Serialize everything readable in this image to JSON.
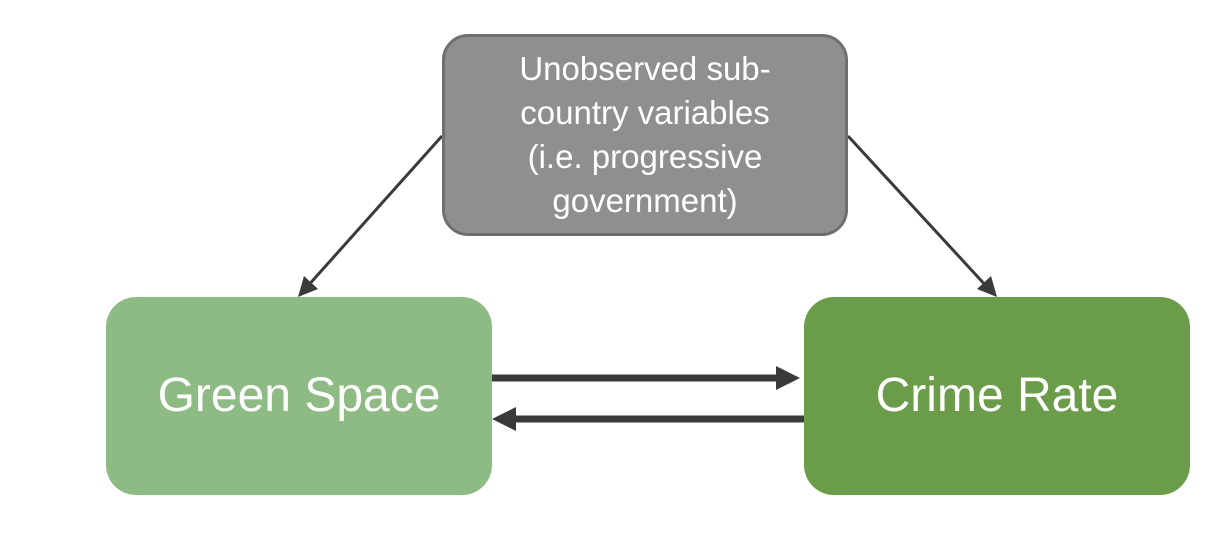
{
  "diagram": {
    "nodes": {
      "confounder": {
        "lines": [
          "Unobserved sub-",
          "country variables",
          "(i.e. progressive",
          "government)"
        ],
        "fill": "#8f8f8f"
      },
      "green_space": {
        "label": "Green Space",
        "fill": "#8dbb83"
      },
      "crime_rate": {
        "label": "Crime Rate",
        "fill": "#6a9c49"
      }
    },
    "edges": [
      {
        "from": "confounder",
        "to": "green_space"
      },
      {
        "from": "confounder",
        "to": "crime_rate"
      },
      {
        "from": "green_space",
        "to": "crime_rate"
      },
      {
        "from": "crime_rate",
        "to": "green_space"
      }
    ],
    "edge_color": "#3a3a3a"
  }
}
